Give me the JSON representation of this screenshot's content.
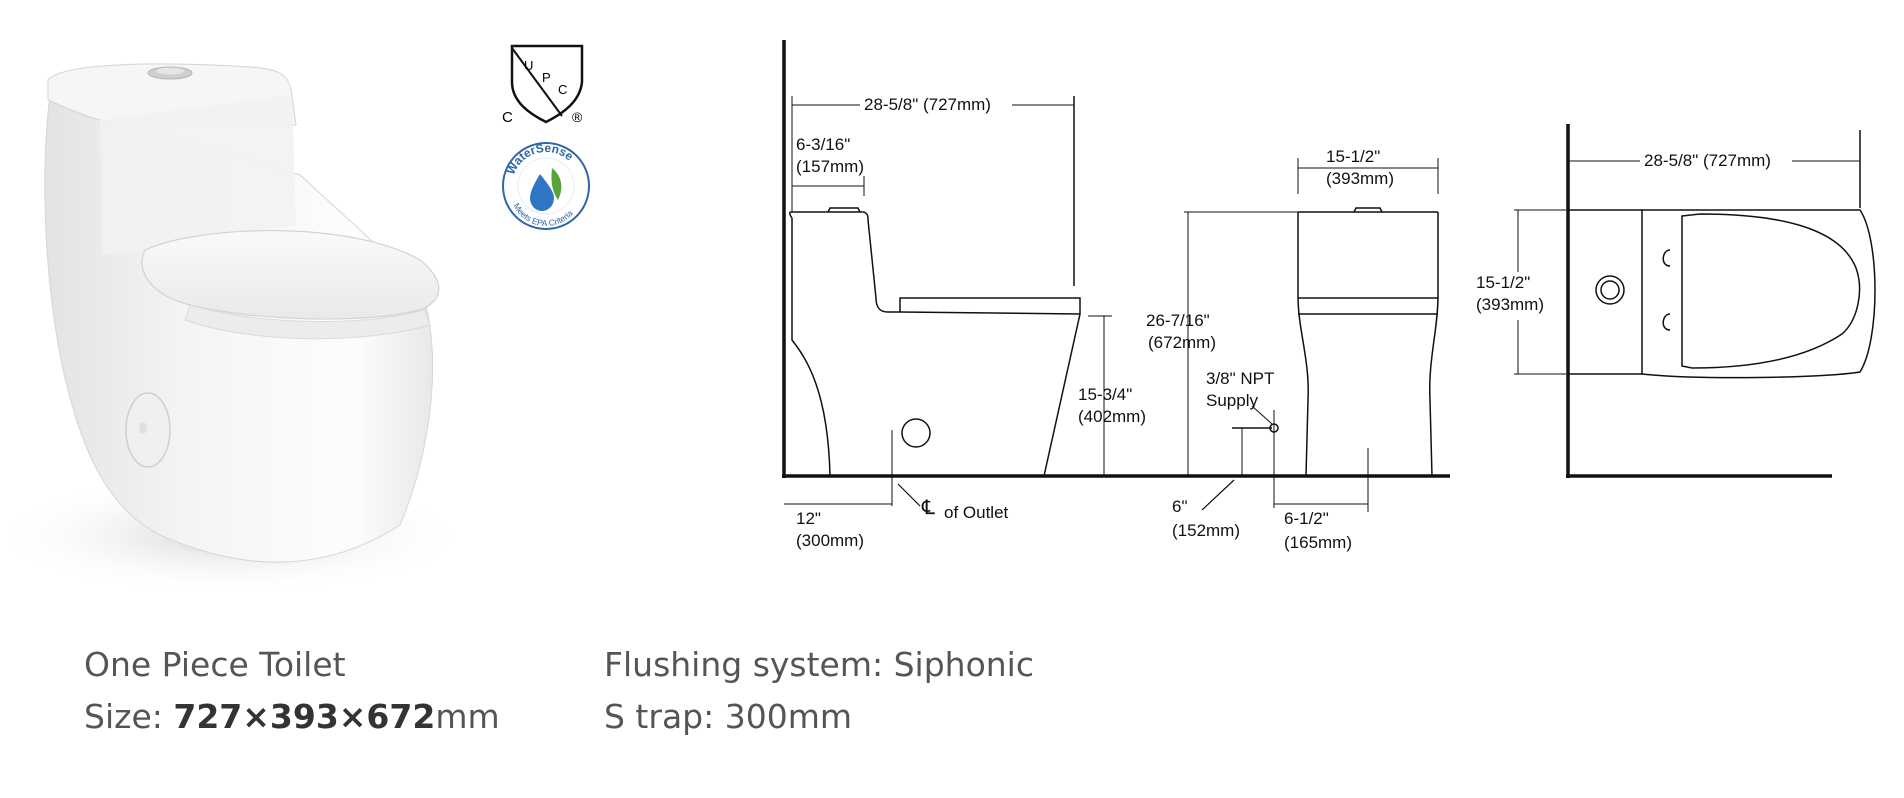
{
  "certifications": {
    "upc": {
      "letters": [
        "U",
        "P",
        "C"
      ],
      "left": "C",
      "right": "®"
    },
    "watersense": {
      "ring_top": "WaterSense",
      "ring_bottom": "Meets EPA Criteria"
    }
  },
  "dimensions": {
    "side_length": "28-5/8\" (727mm)",
    "tank_depth_1": "6-3/16\"",
    "tank_depth_2": "(157mm)",
    "seat_height_1": "15-3/4\"",
    "seat_height_2": "(402mm)",
    "rough_in_1": "12\"",
    "rough_in_2": "(300mm)",
    "outlet_cl": "℄",
    "outlet_label": "of Outlet",
    "front_width_1": "15-1/2\"",
    "front_width_2": "(393mm)",
    "height_1": "26-7/16\"",
    "height_2": "(672mm)",
    "supply_1": "3/8\" NPT",
    "supply_2": "Supply",
    "supply_height_1": "6\"",
    "supply_height_2": "(152mm)",
    "supply_offset_1": "6-1/2\"",
    "supply_offset_2": "(165mm)",
    "top_length": "28-5/8\" (727mm)",
    "top_width_1": "15-1/2\"",
    "top_width_2": "(393mm)"
  },
  "specs": {
    "product_name": "One Piece Toilet",
    "size_prefix": "Size: ",
    "size_value": "727×393×672",
    "size_unit": "mm",
    "flushing": "Flushing system: Siphonic",
    "trap": "S trap: 300mm"
  }
}
